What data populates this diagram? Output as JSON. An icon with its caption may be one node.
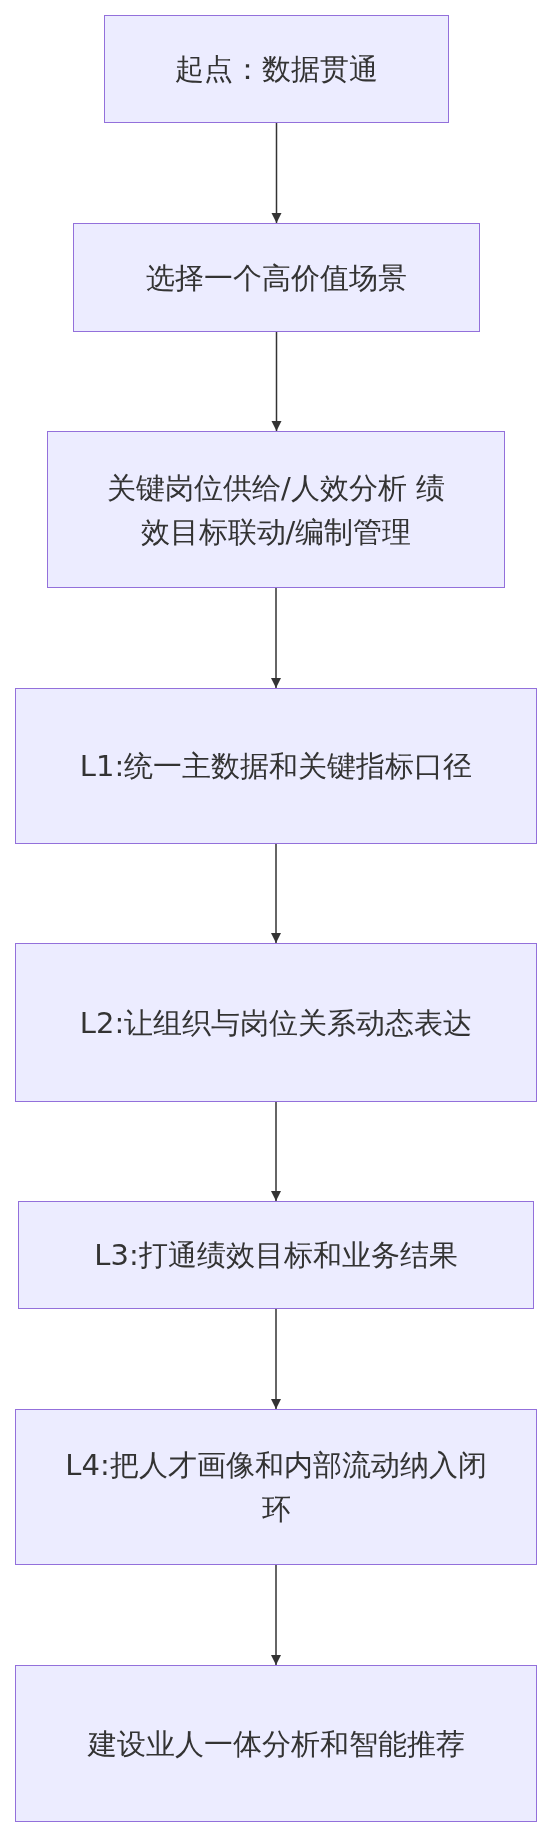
{
  "diagram": {
    "nodes": [
      {
        "text": [
          "起点：数据贯通"
        ]
      },
      {
        "text": [
          "选择一个高价值场景"
        ]
      },
      {
        "text": [
          "关键岗位供给/人效分析 绩效目标联动/编制管理"
        ]
      },
      {
        "text": [
          "L1:统一主数据和关键指标口径"
        ]
      },
      {
        "text": [
          "L2:让组织与岗位关系动态表达"
        ]
      },
      {
        "text": [
          "L3:打通绩效目标和业务结果"
        ]
      },
      {
        "text": [
          "L4:把人才画像和内部流动纳入闭环"
        ]
      },
      {
        "text": [
          "建设业人一体分析和智能推荐"
        ]
      }
    ],
    "edges": [
      {
        "from": 0,
        "to": 1,
        "arrow": "to"
      },
      {
        "from": 1,
        "to": 2,
        "arrow": "to"
      },
      {
        "from": 2,
        "to": 3,
        "arrow": "to"
      },
      {
        "from": 3,
        "to": 4,
        "arrow": "to"
      },
      {
        "from": 4,
        "to": 5,
        "arrow": "to"
      },
      {
        "from": 5,
        "to": 6,
        "arrow": "to"
      },
      {
        "from": 6,
        "to": 7,
        "arrow": "to"
      }
    ]
  }
}
